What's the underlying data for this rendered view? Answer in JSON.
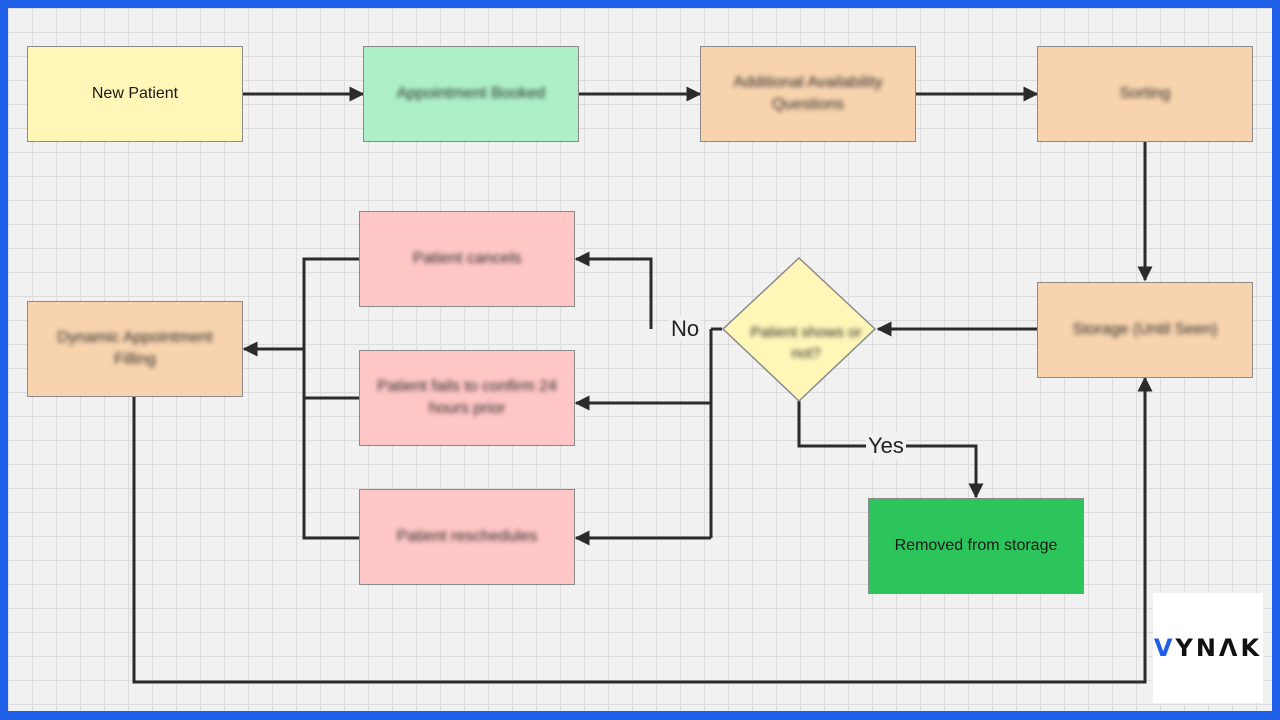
{
  "nodes": {
    "new_patient": "New Patient",
    "appointment_booked": "Appointment Booked",
    "additional_questions": "Additional Availability Questions",
    "sorting": "Sorting",
    "storage": "Storage (Until Seen)",
    "decision": "Patient shows or not?",
    "removed": "Removed from storage",
    "cancels": "Patient cancels",
    "fails_confirm": "Patient fails to confirm 24 hours prior",
    "reschedules": "Patient reschedules",
    "dynamic_filling": "Dynamic Appointment Filling"
  },
  "edge_labels": {
    "no": "No",
    "yes": "Yes"
  },
  "logo": {
    "v": "V",
    "rest": "YNΛK"
  },
  "colors": {
    "frame": "#1f5fe8",
    "yellow": "#fff6b8",
    "mint": "#adf0c8",
    "peach": "#f8d4ae",
    "pink": "#ffc6c6",
    "green": "#2cc55b",
    "decision": "#fff6b8"
  }
}
